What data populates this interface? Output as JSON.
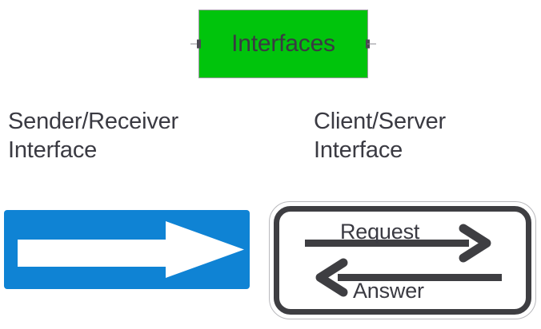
{
  "title_box": {
    "label": "Interfaces",
    "fill_color": "#00c40c",
    "text_color": "#3a3a42",
    "border_color": "#9a9aa0"
  },
  "columns": [
    {
      "heading": "Sender/Receiver\nInterface",
      "panel": {
        "kind": "one-way-arrow",
        "fill_color": "#0f83d4",
        "arrow_color": "#ffffff",
        "direction": "right"
      }
    },
    {
      "heading": "Client/Server\nInterface",
      "panel": {
        "kind": "two-way-arrows",
        "border_color": "#3e3e42",
        "outer_border_color": "#b9b9bd",
        "arrow_color": "#3e3e42",
        "flows": [
          {
            "label": "Request",
            "direction": "right"
          },
          {
            "label": "Answer",
            "direction": "left"
          }
        ]
      }
    }
  ]
}
